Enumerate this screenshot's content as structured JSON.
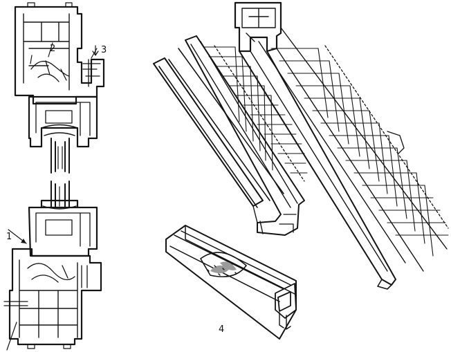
{
  "figure": {
    "callouts": [
      {
        "id": "callout-1",
        "text": "1"
      },
      {
        "id": "callout-2",
        "text": "2"
      },
      {
        "id": "callout-3",
        "text": "3"
      },
      {
        "id": "callout-4",
        "text": "4"
      }
    ]
  },
  "colors": {
    "ink": "#141414",
    "paper": "#ffffff",
    "foam": "#9a9a9a"
  }
}
